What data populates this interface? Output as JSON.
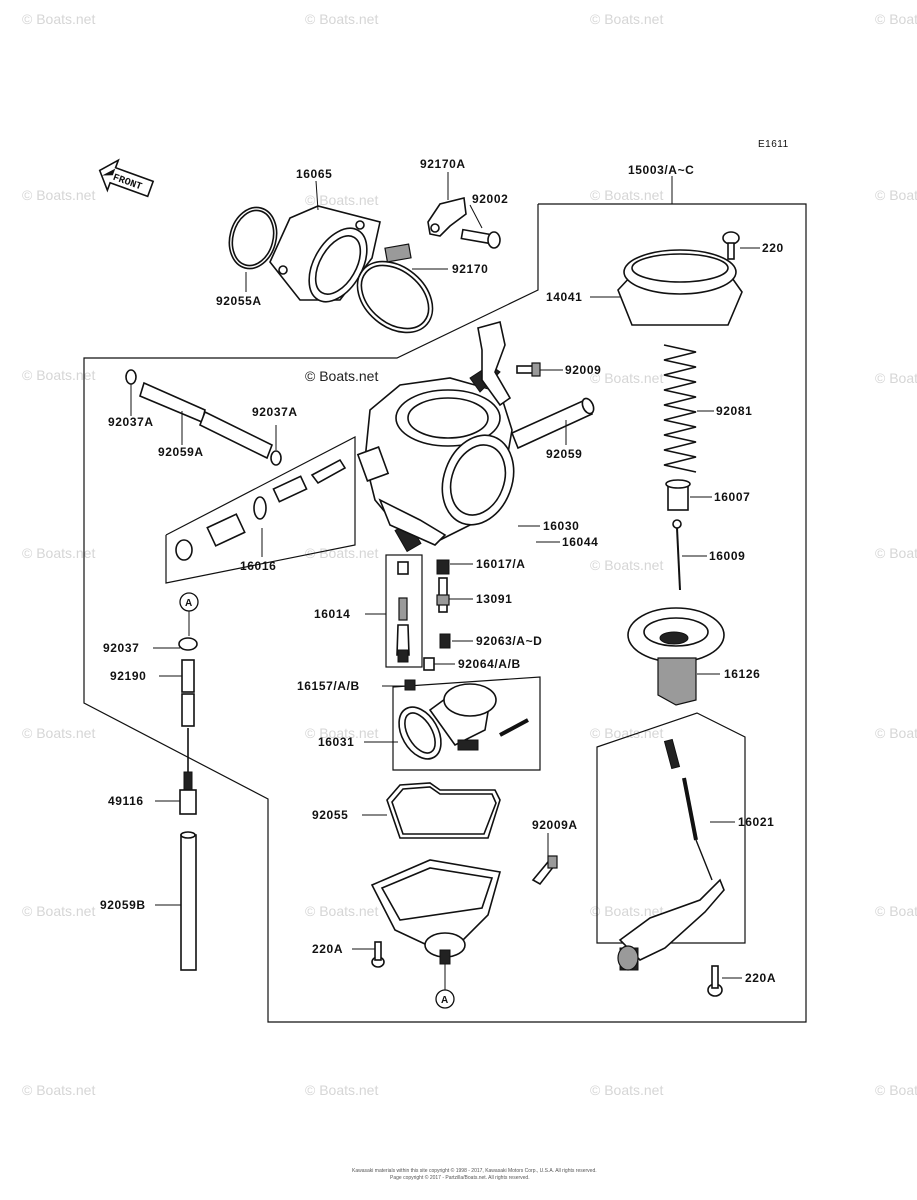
{
  "diagram": {
    "code": "E1611",
    "front_label": "FRONT",
    "watermark": "© Boats.net",
    "highlighted_watermark": "© Boats.net",
    "circle_label": "A",
    "footer_line1": "Kawasaki materials within this site copyright © 1998 - 2017, Kawasaki Motors Corp., U.S.A. All rights reserved.",
    "footer_line2": "Page copyright © 2017 - Partzilla/Boats.net. All rights reserved.",
    "parts": {
      "p16065": "16065",
      "p92170A": "92170A",
      "p92002": "92002",
      "p92170": "92170",
      "p92055A": "92055A",
      "p15003": "15003/A~C",
      "p220": "220",
      "p14041": "14041",
      "p92009": "92009",
      "p92081": "92081",
      "p92037A_1": "92037A",
      "p92037A_2": "92037A",
      "p92059A": "92059A",
      "p92059": "92059",
      "p16007": "16007",
      "p16030": "16030",
      "p16044": "16044",
      "p16009": "16009",
      "p16016": "16016",
      "p16017": "16017/A",
      "p16014": "16014",
      "p13091": "13091",
      "p92037": "92037",
      "p92063": "92063/A~D",
      "p92064": "92064/A/B",
      "p16126": "16126",
      "p92190": "92190",
      "p16157": "16157/A/B",
      "p16031": "16031",
      "p49116": "49116",
      "p92055": "92055",
      "p16021": "16021",
      "p92009A": "92009A",
      "p92059B": "92059B",
      "p220A_1": "220A",
      "p220A_2": "220A"
    }
  }
}
